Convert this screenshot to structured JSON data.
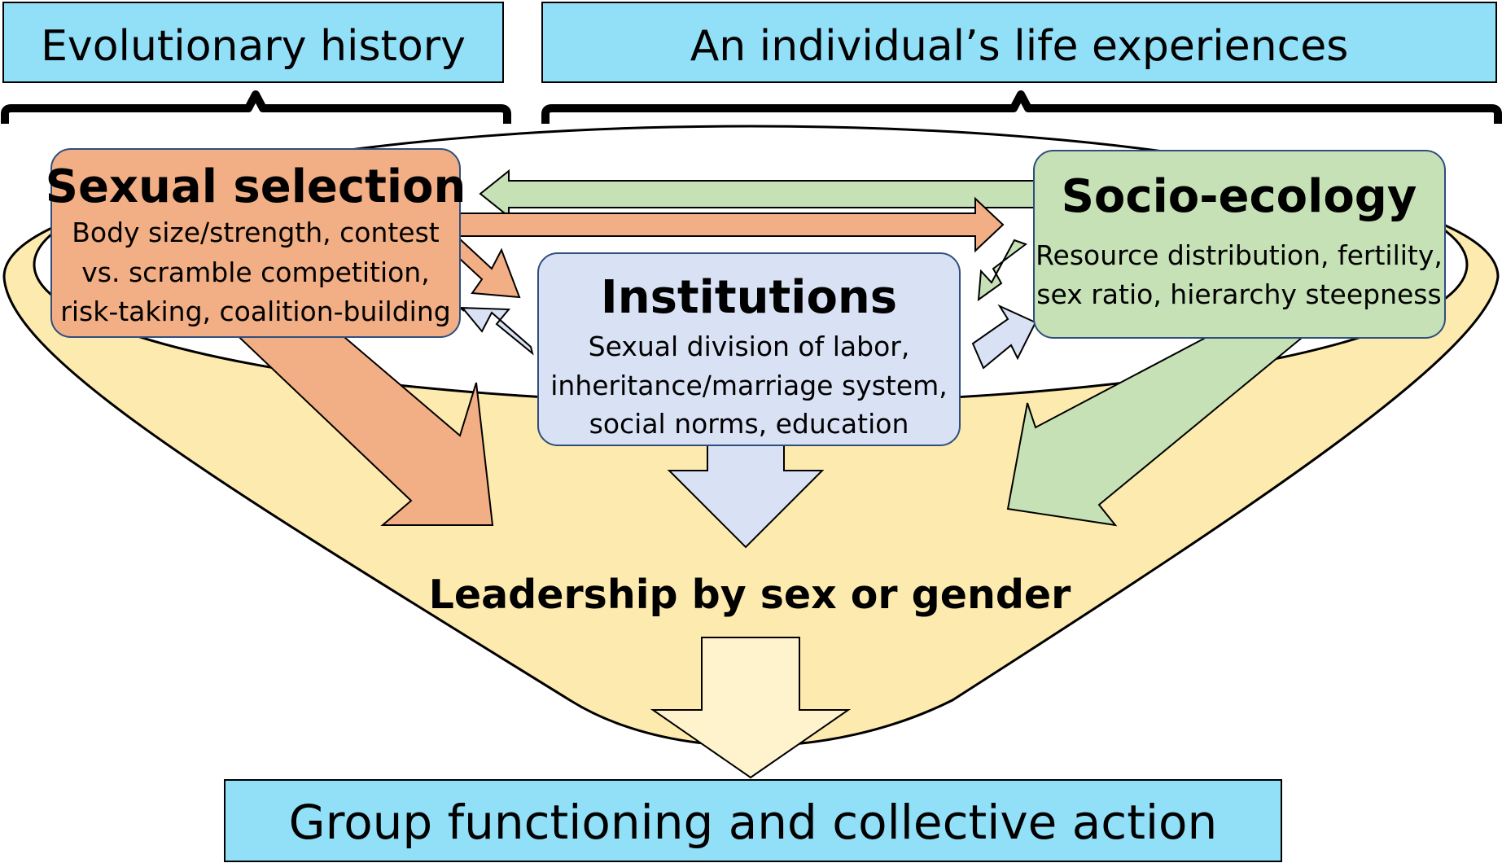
{
  "colors": {
    "banner_fill": "#92DFF8",
    "funnel_fill": "#FDEAAE",
    "sexual_selection_fill": "#F2AE84",
    "socio_ecology_fill": "#C5E1B5",
    "institutions_fill": "#D9E2F4",
    "bottom_arrow_fill": "#FEF3CC"
  },
  "banners": {
    "evolutionary_history": "Evolutionary history",
    "life_experiences": "An individual’s life experiences"
  },
  "sexual_selection": {
    "title": "Sexual selection",
    "lines": [
      "Body size/strength, contest",
      "vs. scramble competition,",
      "risk-taking, coalition-building"
    ]
  },
  "socio_ecology": {
    "title": "Socio-ecology",
    "lines": [
      "Resource distribution, fertility,",
      "sex ratio, hierarchy steepness"
    ]
  },
  "institutions": {
    "title": "Institutions",
    "lines": [
      "Sexual division of labor,",
      "inheritance/marriage system,",
      "social norms, education"
    ]
  },
  "leadership": "Leadership by sex or gender",
  "outcome": "Group functioning and collective action"
}
